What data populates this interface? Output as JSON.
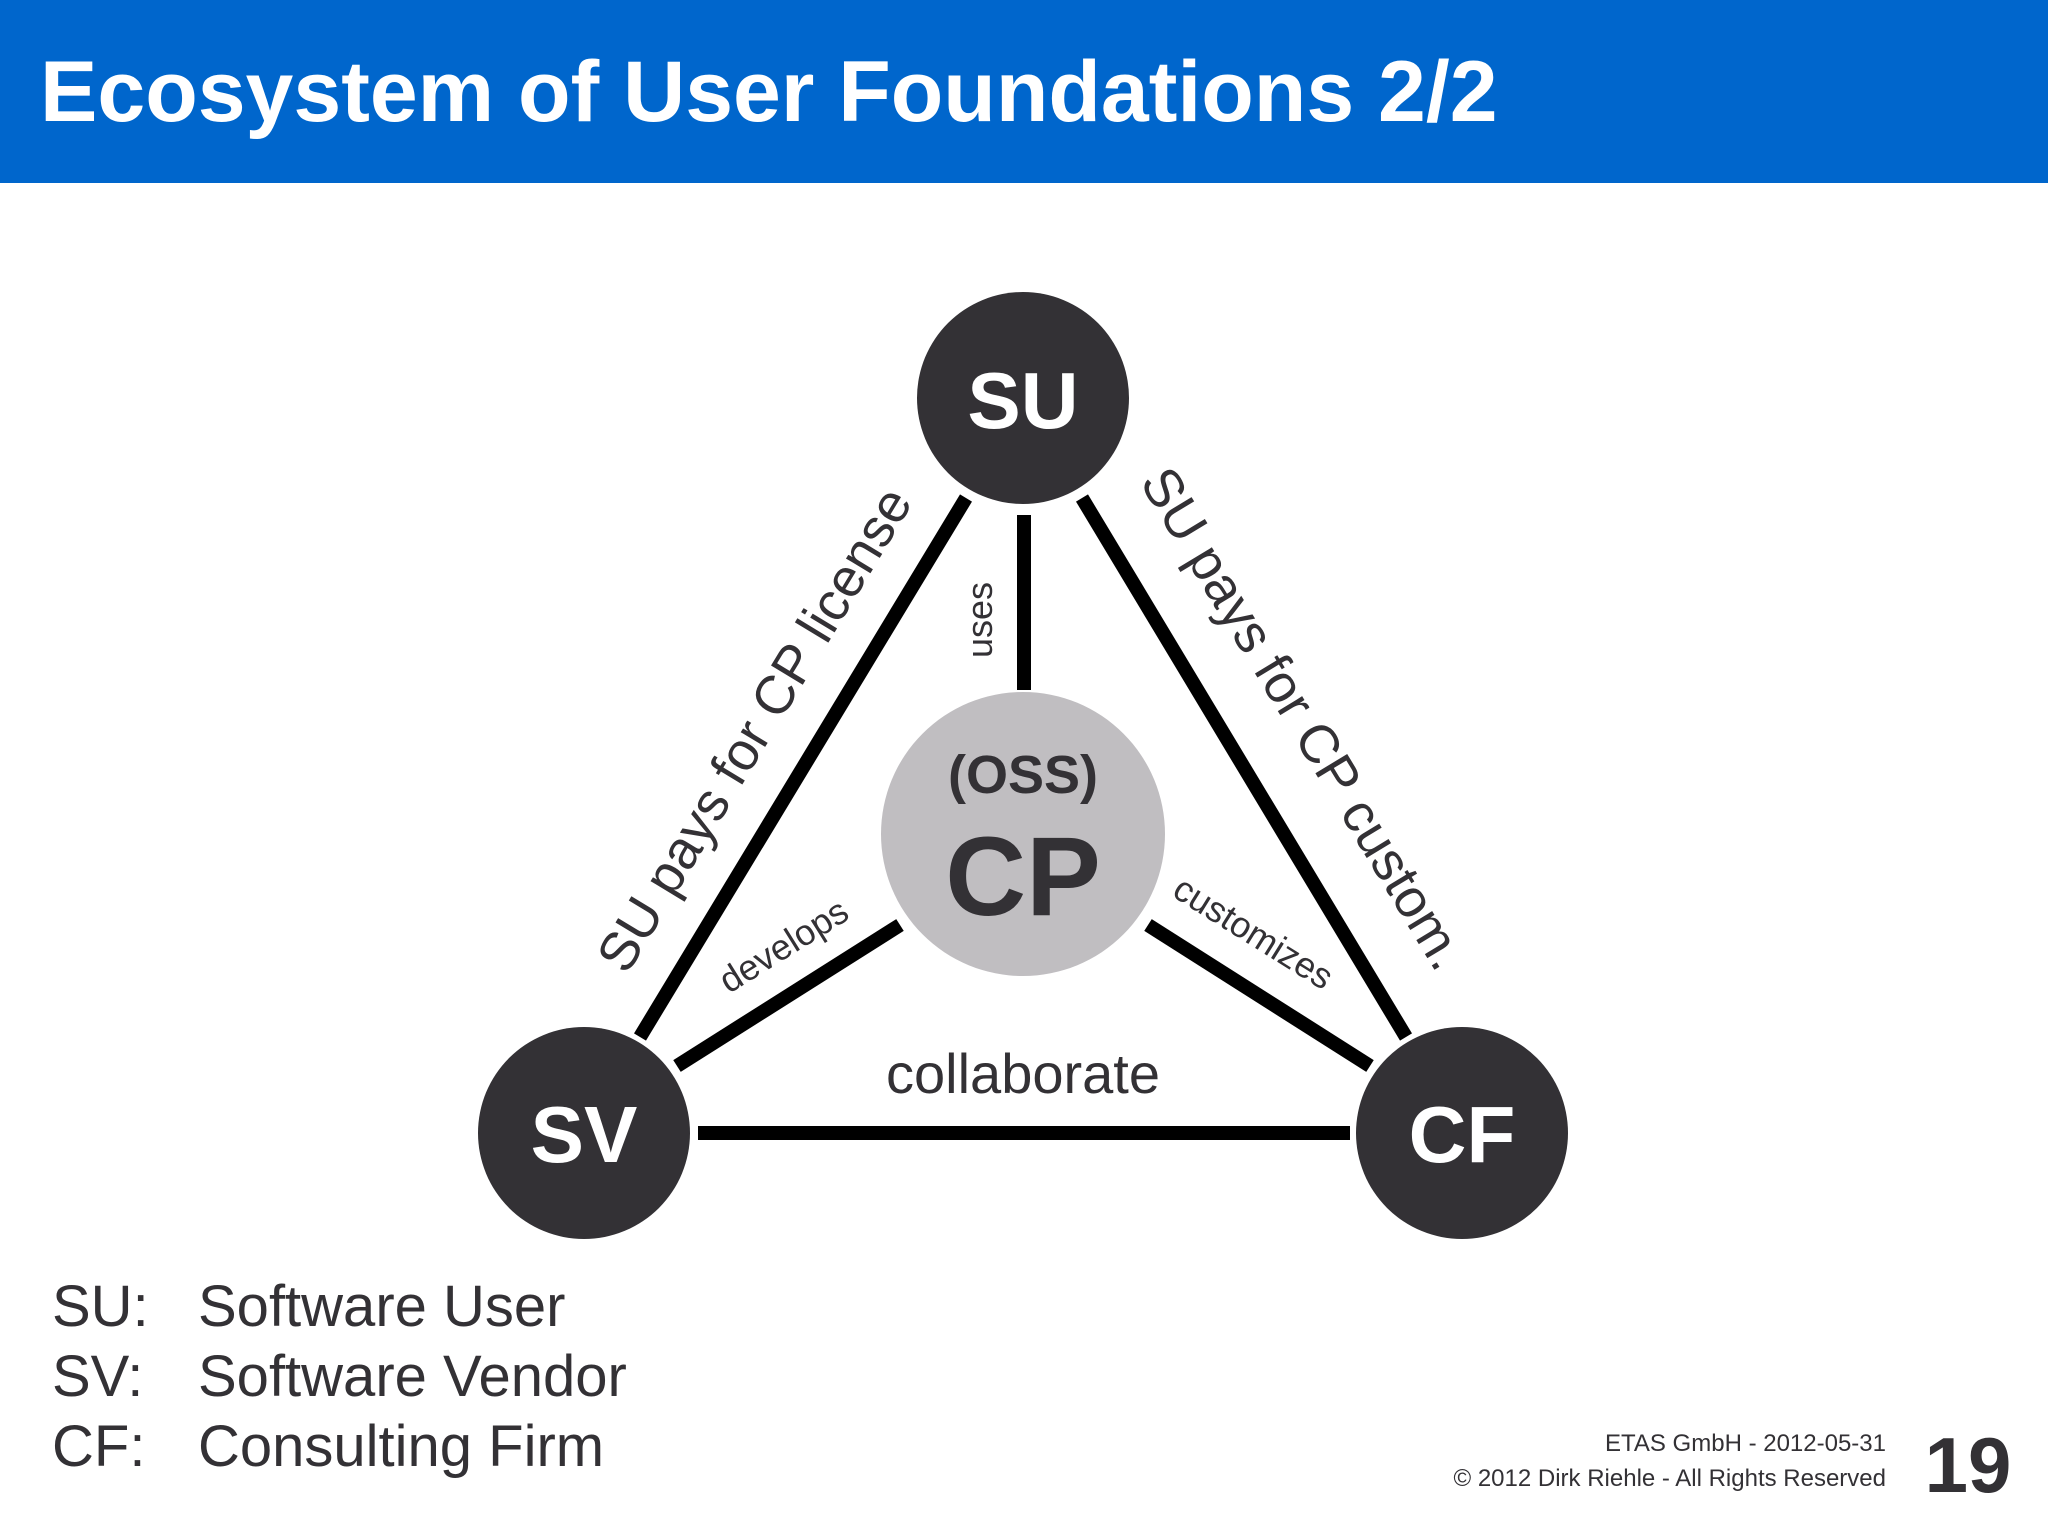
{
  "title": "Ecosystem of User Foundations 2/2",
  "diagram": {
    "nodes": {
      "su": "SU",
      "sv": "SV",
      "cf": "CF",
      "cp_top": "(OSS)",
      "cp_main": "CP"
    },
    "edges": {
      "su_cp": "uses",
      "sv_cp": "develops",
      "cf_cp": "customizes",
      "sv_cf": "collaborate",
      "su_sv": "SU pays for CP license",
      "su_cf": "SU pays for CP custom."
    }
  },
  "legend": [
    {
      "abbr": "SU:",
      "text": "Software User"
    },
    {
      "abbr": "SV:",
      "text": "Software Vendor"
    },
    {
      "abbr": "CF:",
      "text": "Consulting Firm"
    }
  ],
  "footer": {
    "line1": "ETAS GmbH - 2012-05-31",
    "line2": "© 2012 Dirk Riehle - All Rights Reserved",
    "page": "19"
  },
  "colors": {
    "title_bar": "#0066cc",
    "node_dark": "#333135",
    "node_center": "#c0bec1",
    "text_dark": "#333135"
  }
}
